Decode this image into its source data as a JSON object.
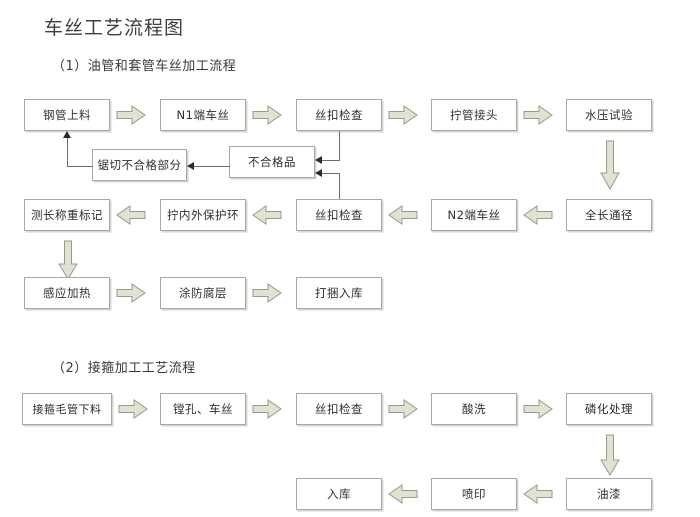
{
  "document": {
    "title": "车丝工艺流程图"
  },
  "sections": [
    {
      "heading": "（1）油管和套管车丝加工流程",
      "rows": [
        {
          "direction": "right",
          "nodes": [
            "钢管上料",
            "N1端车丝",
            "丝扣检查",
            "拧管接头",
            "水压试验"
          ]
        },
        {
          "direction": "left",
          "nodes": [
            "测长称重标记",
            "拧内外保护环",
            "丝扣检查",
            "N2端车丝",
            "全长通径"
          ]
        },
        {
          "direction": "right",
          "nodes": [
            "感应加热",
            "涂防腐层",
            "打捆入库"
          ]
        }
      ],
      "rework": {
        "reject_node": "不合格品",
        "cut_node": "锯切不合格部分"
      }
    },
    {
      "heading": "（2）接箍加工工艺流程",
      "rows": [
        {
          "direction": "right",
          "nodes": [
            "接箍毛管下料",
            "镗孔、车丝",
            "丝扣检查",
            "酸洗",
            "磷化处理"
          ]
        },
        {
          "direction": "left",
          "nodes": [
            "入库",
            "喷印",
            "油漆"
          ]
        }
      ]
    }
  ],
  "icons": {
    "arrow_right": "arrow-right-icon",
    "arrow_left": "arrow-left-icon",
    "arrow_down": "arrow-down-icon"
  },
  "colors": {
    "arrow_fill": "#e2e2d2",
    "arrow_stroke": "#9a9a8a",
    "box_border": "#a8a8a8",
    "box_shadow": "#d6d6cc",
    "line": "#6d6d6d",
    "text": "#2f2f2f",
    "background": "#ffffff"
  }
}
